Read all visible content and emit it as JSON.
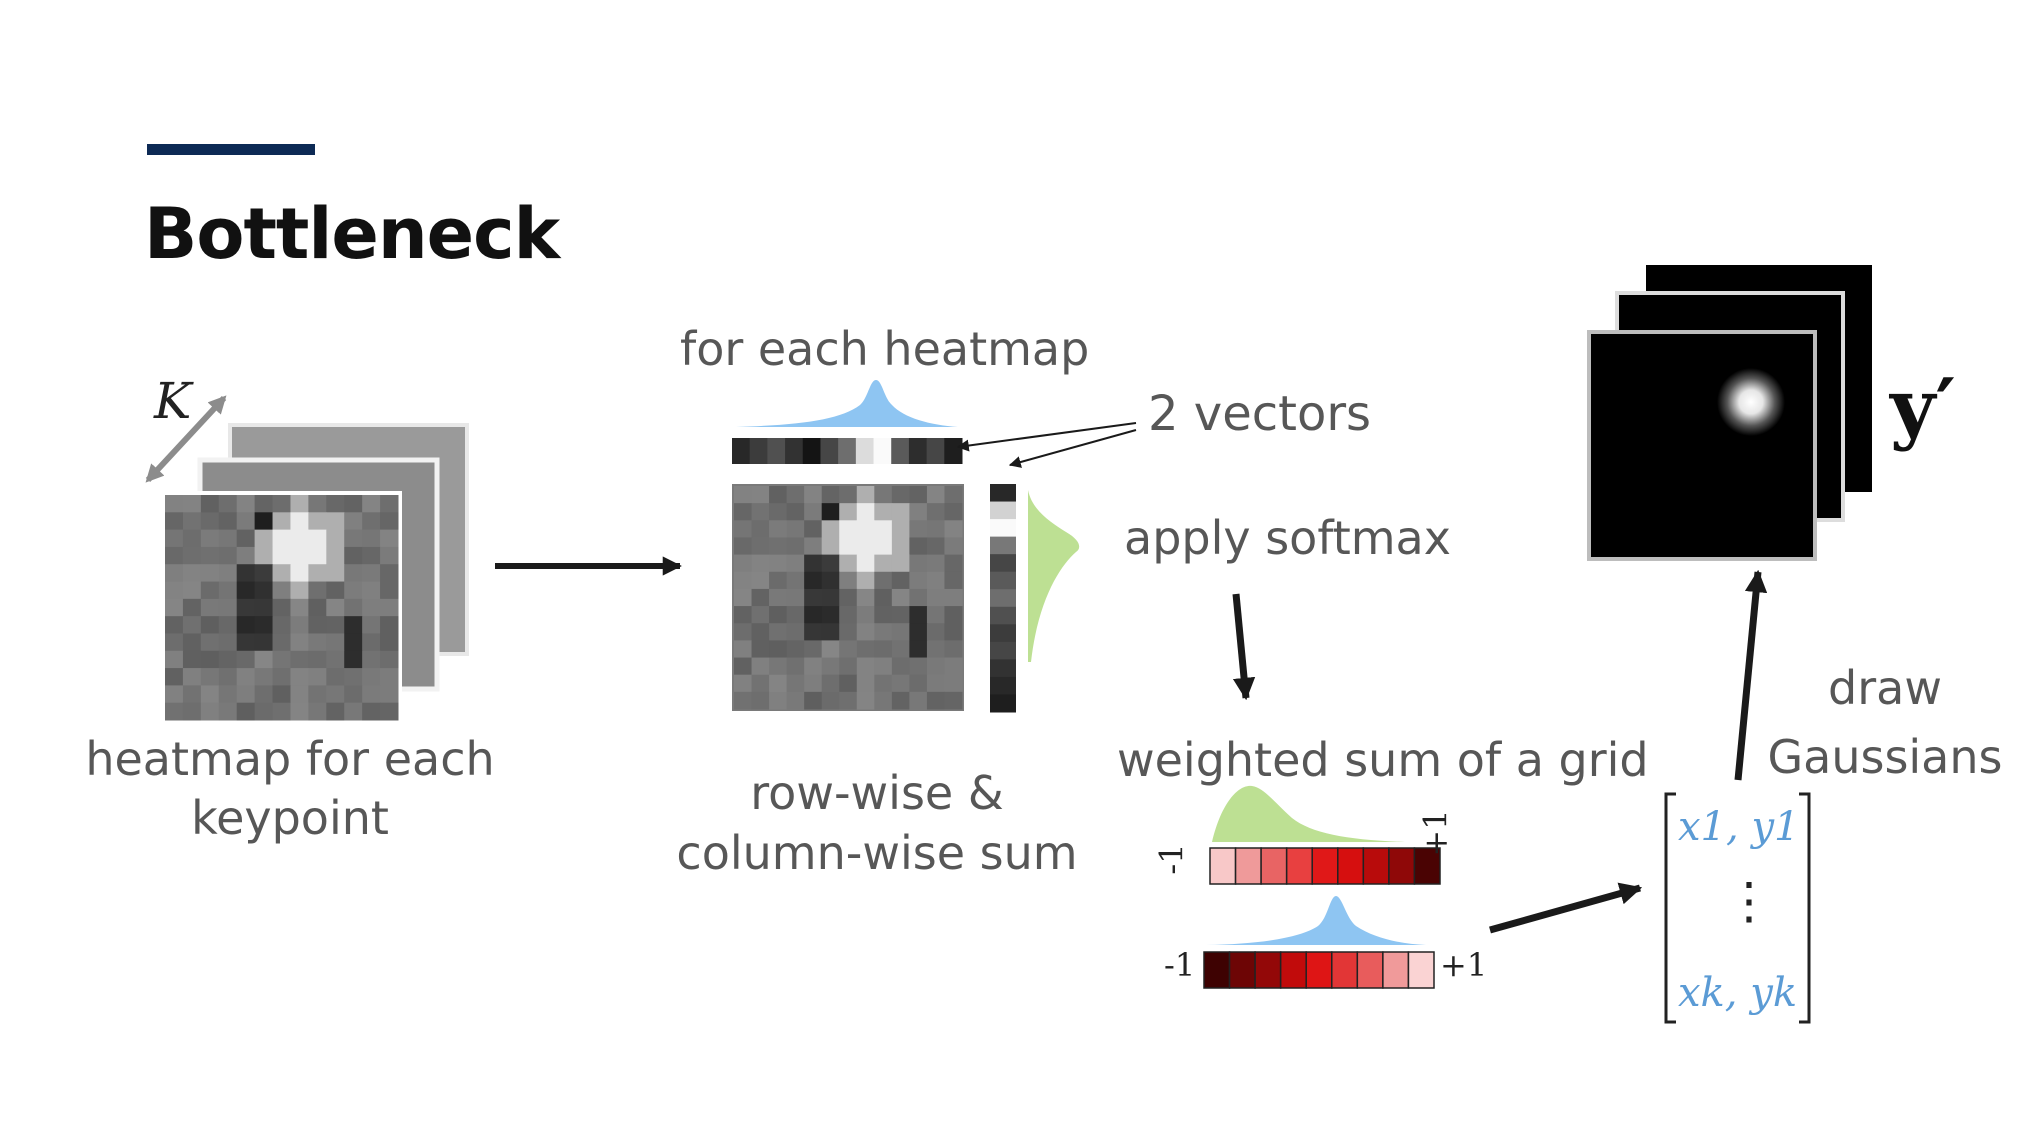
{
  "title": "Bottleneck",
  "labels": {
    "heatmap_for_each_keypoint": "heatmap for each keypoint",
    "k_symbol": "K",
    "for_each_heatmap": "for each heatmap",
    "two_vectors": "2 vectors",
    "apply_softmax": "apply softmax",
    "row_column_sum": "row-wise & column-wise sum",
    "weighted_sum_grid": "weighted sum of a grid",
    "draw_gaussians": "draw Gaussians",
    "y_prime": "y′"
  },
  "grid_ticks": {
    "vertical_top": "-1",
    "vertical_bottom": "+1",
    "horizontal_left": "-1",
    "horizontal_right": "+1"
  },
  "coordinate_vector": {
    "row_first": "x1, y1",
    "ellipsis": "⋮",
    "row_last": "xk, yk"
  },
  "colors": {
    "accent_line": "#0d2a55",
    "title_text": "#111111",
    "label_text": "#575757",
    "x_coordinate_blue": "#5b9bd5",
    "y_coordinate_green": "#8db85c",
    "softmax_blue_fill": "#8ec5f2",
    "softmax_green_fill": "#bde093",
    "arrow": "#1a1a1a"
  }
}
